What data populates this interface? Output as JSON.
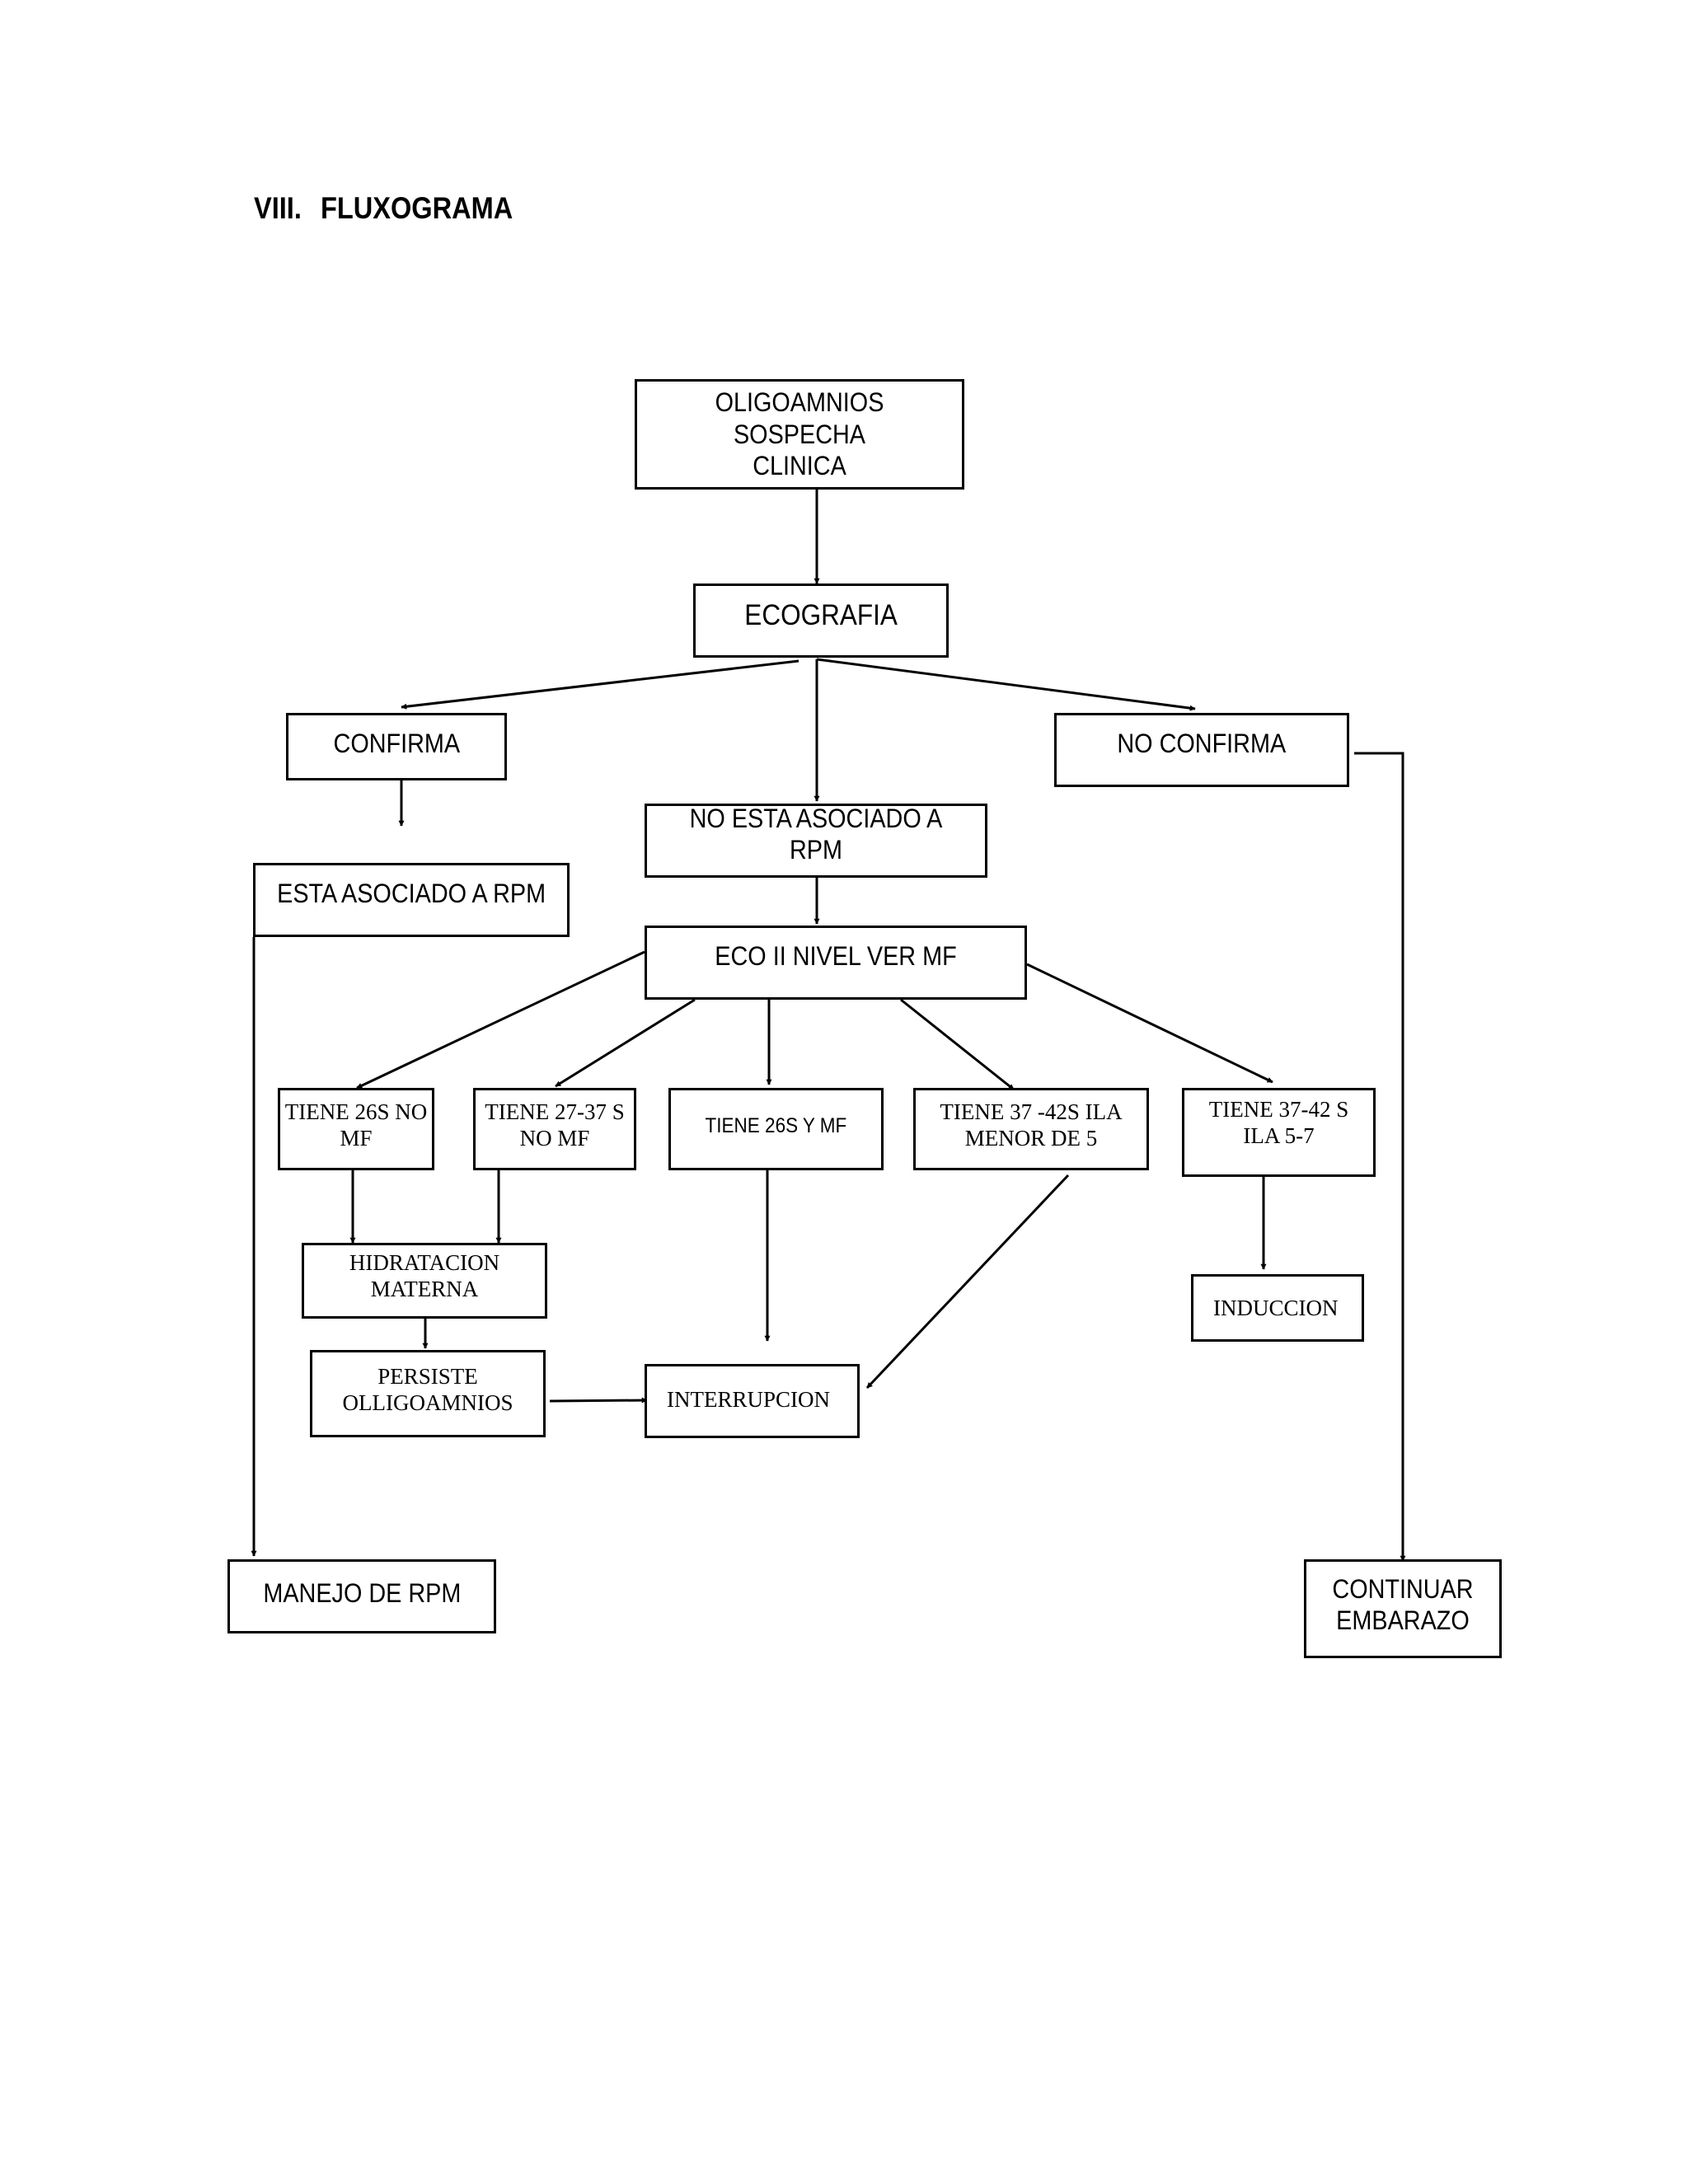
{
  "section": {
    "number": "VIII.",
    "title": "FLUXOGRAMA"
  },
  "nodes": {
    "oligoamnios": "OLIGOAMNIOS SOSPECHA CLINICA",
    "ecografia": "ECOGRAFIA",
    "confirma": "CONFIRMA",
    "no_confirma": "NO CONFIRMA",
    "no_asociado_rpm": "NO ESTA ASOCIADO A RPM",
    "asociado_rpm": "ESTA ASOCIADO A RPM",
    "eco_ii_nivel": "ECO II NIVEL VER MF",
    "tiene_26s_no_mf": "TIENE 26S NO MF",
    "tiene_27_37": "TIENE 27-37 S NO MF",
    "tiene_26s_y_mf": "TIENE 26S Y MF",
    "tiene_37_42_ila_menor": "TIENE 37 -42S ILA MENOR DE 5",
    "tiene_37_42_ila_5_7": "TIENE 37-42 S ILA 5-7",
    "hidratacion": "HIDRATACION MATERNA",
    "persiste": "PERSISTE OLLIGOAMNIOS",
    "interrupcion": "INTERRUPCION",
    "induccion": "INDUCCION",
    "manejo_rpm": "MANEJO DE RPM",
    "continuar": "CONTINUAR EMBARAZO"
  }
}
